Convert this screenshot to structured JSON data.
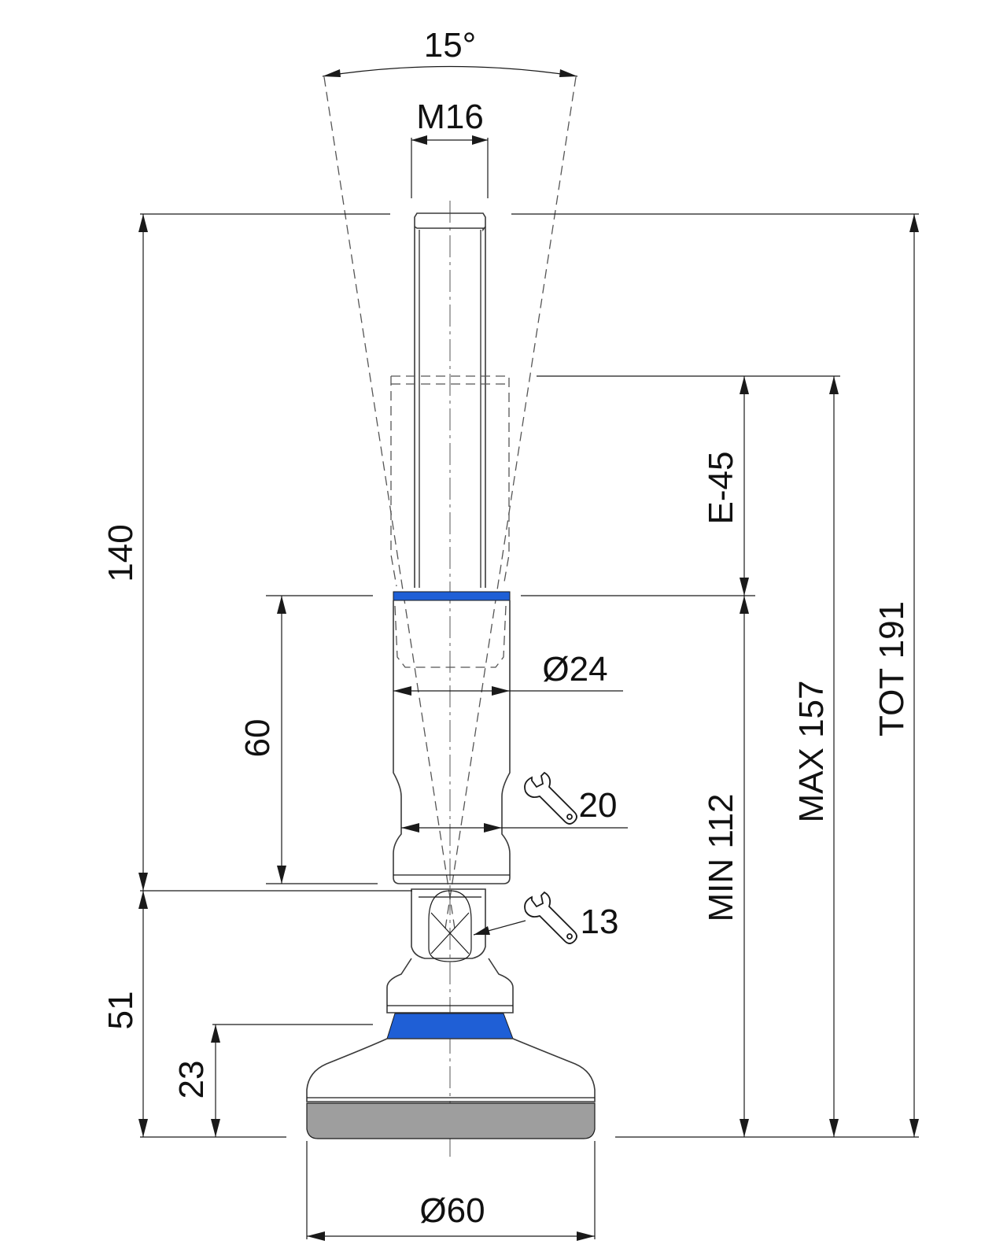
{
  "drawing": {
    "angle_label": "15°",
    "thread_label": "M16",
    "stud_height_label": "140",
    "stroke_label": "E-45",
    "body_height_label": "60",
    "body_diameter_label": "Ø24",
    "wrench_body_label": "20",
    "wrench_nut_label": "13",
    "base_height_label": "51",
    "pad_height_label": "23",
    "min_label": "MIN 112",
    "max_label": "MAX 157",
    "total_label": "TOT 191",
    "base_diameter_label": "Ø60"
  },
  "colors": {
    "seal_ring": "#1f5fd6",
    "pad": "#9e9e9e",
    "line": "#1a1a1a"
  },
  "icons": [
    "wrench-icon-20",
    "wrench-icon-13"
  ]
}
